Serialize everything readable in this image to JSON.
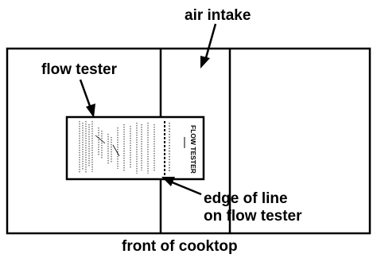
{
  "labels": {
    "air_intake": "air intake",
    "flow_tester": "flow tester",
    "edge_line_1": "edge of line",
    "edge_line_2": "on flow tester",
    "front_cooktop": "front of cooktop"
  },
  "card": {
    "title": "FLOW TESTER"
  },
  "colors": {
    "ink": "#000000",
    "paper": "#ffffff"
  }
}
